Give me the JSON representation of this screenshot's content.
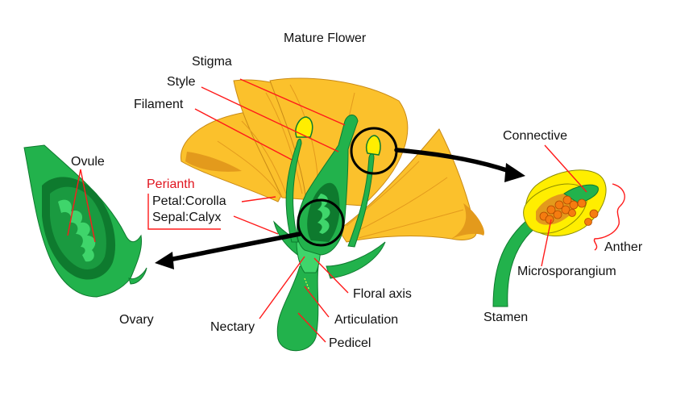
{
  "title": "Mature Flower",
  "labels": {
    "stigma": "Stigma",
    "style": "Style",
    "filament": "Filament",
    "perianth": "Perianth",
    "petal_corolla": "Petal:Corolla",
    "sepal_calyx": "Sepal:Calyx",
    "ovule": "Ovule",
    "ovary": "Ovary",
    "nectary": "Nectary",
    "floral_axis": "Floral axis",
    "articulation": "Articulation",
    "pedicel": "Pedicel",
    "connective": "Connective",
    "anther": "Anther",
    "microsporangium": "Microsporangium",
    "stamen": "Stamen"
  },
  "colors": {
    "petal": "#fbc12c",
    "petal_dark": "#e39a1c",
    "green": "#22b24c",
    "green_dark": "#0e7a2e",
    "green_light": "#3fd56b",
    "anther_yellow": "#ffee00",
    "pollen": "#f57c10",
    "leader": "#ff1a1a",
    "perianth_text": "#e0141e"
  }
}
